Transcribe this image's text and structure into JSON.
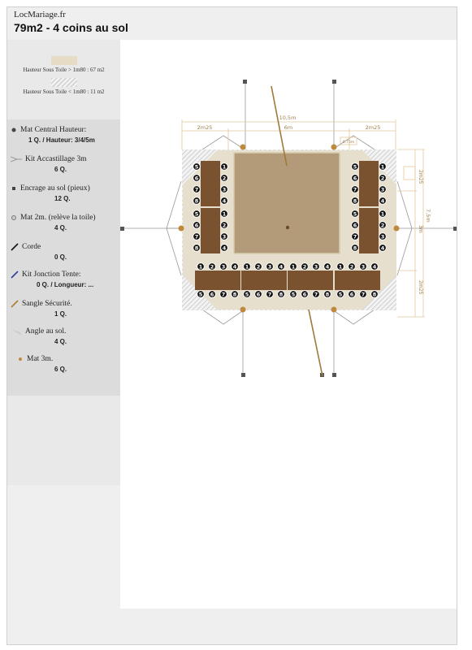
{
  "header": {
    "brand": "LocMariage.fr",
    "title": "79m2 - 4 coins au sol"
  },
  "legend": {
    "high": "Hauteur Sous Toile > 1m80 : 67 m2",
    "low": "Hauteur Sous Toile < 1m80 : 11 m2"
  },
  "items": [
    {
      "label": "Mat Central Hauteur:",
      "qty": "1 Q. / Hauteur: 3/4/5m",
      "icon": "dot-icon"
    },
    {
      "label": "Kit Accastillage  3m",
      "qty": "6 Q.",
      "icon": "fork-icon"
    },
    {
      "label": "Encrage au sol (pieux)",
      "qty": "12 Q.",
      "icon": "square-icon"
    },
    {
      "label": "Mat 2m. (relève la toile)",
      "qty": "4 Q.",
      "icon": "ring-icon"
    },
    {
      "label": "Corde",
      "qty": "0 Q.",
      "icon": "rope-icon"
    },
    {
      "label": "Kit Jonction Tente:",
      "qty": "0 Q.  / Longueur: ...",
      "icon": "blue-line-icon"
    },
    {
      "label": "Sangle Sécurité.",
      "qty": "1 Q.",
      "icon": "strap-icon"
    },
    {
      "label": "Angle au sol.",
      "qty": "4 Q.",
      "icon": "angle-icon"
    },
    {
      "label": "Mat 3m.",
      "qty": "6 Q.",
      "icon": "small-dot-icon"
    }
  ],
  "diagram": {
    "dims": {
      "total_width": "10,5m",
      "left": "2m25",
      "center": "6m",
      "right": "2m25",
      "side_top": "2m25",
      "side_total": "7,5m",
      "side_mid": "3m",
      "side_bottom": "2m25",
      "small": "0,75m"
    },
    "colors": {
      "dance_floor": "#b39a78",
      "table": "#7a5230",
      "tent": "#e7dfcd",
      "pole": "#c08a3e"
    }
  }
}
